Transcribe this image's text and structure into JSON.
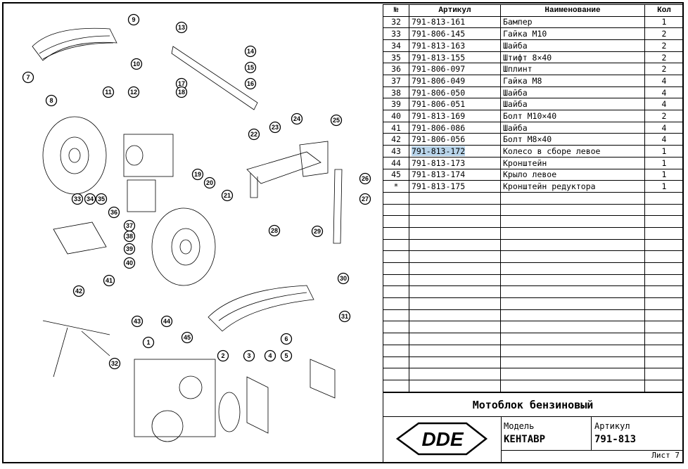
{
  "table": {
    "headers": {
      "num": "№",
      "article": "Артикул",
      "name": "Наименование",
      "qty": "Кол"
    },
    "rows": [
      {
        "num": "32",
        "article": "791-813-161",
        "name": "Бампер",
        "qty": "1"
      },
      {
        "num": "33",
        "article": "791-806-145",
        "name": "Гайка М10",
        "qty": "2"
      },
      {
        "num": "34",
        "article": "791-813-163",
        "name": "Шайба",
        "qty": "2"
      },
      {
        "num": "35",
        "article": "791-813-155",
        "name": "Штифт 8×40",
        "qty": "2"
      },
      {
        "num": "36",
        "article": "791-806-097",
        "name": "Шплинт",
        "qty": "2"
      },
      {
        "num": "37",
        "article": "791-806-049",
        "name": "Гайка М8",
        "qty": "4"
      },
      {
        "num": "38",
        "article": "791-806-050",
        "name": "Шайба",
        "qty": "4"
      },
      {
        "num": "39",
        "article": "791-806-051",
        "name": "Шайба",
        "qty": "4"
      },
      {
        "num": "40",
        "article": "791-813-169",
        "name": "Болт М10×40",
        "qty": "2"
      },
      {
        "num": "41",
        "article": "791-806-086",
        "name": "Шайба",
        "qty": "4"
      },
      {
        "num": "42",
        "article": "791-806-056",
        "name": "Болт М8×40",
        "qty": "4"
      },
      {
        "num": "43",
        "article": "791-813-172",
        "name": "Колесо в сборе левое",
        "qty": "1",
        "highlight": true
      },
      {
        "num": "44",
        "article": "791-813-173",
        "name": "Кронштейн",
        "qty": "1"
      },
      {
        "num": "45",
        "article": "791-813-174",
        "name": "Крыло левое",
        "qty": "1"
      },
      {
        "num": "*",
        "article": "791-813-175",
        "name": "Кронштейн редуктора",
        "qty": "1"
      }
    ],
    "empty_rows": 17
  },
  "title_block": {
    "title": "Мотоблок бензиновый",
    "logo_text": "DDE",
    "model_label": "Модель",
    "model_value": "КЕНТАВР",
    "article_label": "Артикул",
    "article_value": "791-813",
    "sheet": "Лист 7"
  },
  "callouts": [
    "1",
    "2",
    "3",
    "4",
    "5",
    "6",
    "7",
    "8",
    "9",
    "10",
    "11",
    "12",
    "13",
    "14",
    "15",
    "16",
    "17",
    "18",
    "19",
    "20",
    "21",
    "22",
    "23",
    "24",
    "25",
    "26",
    "27",
    "28",
    "29",
    "30",
    "31",
    "32",
    "33",
    "34",
    "35",
    "36",
    "37",
    "38",
    "39",
    "40",
    "41",
    "42",
    "43",
    "44",
    "45"
  ],
  "highlight_color": "#b8d4ea"
}
